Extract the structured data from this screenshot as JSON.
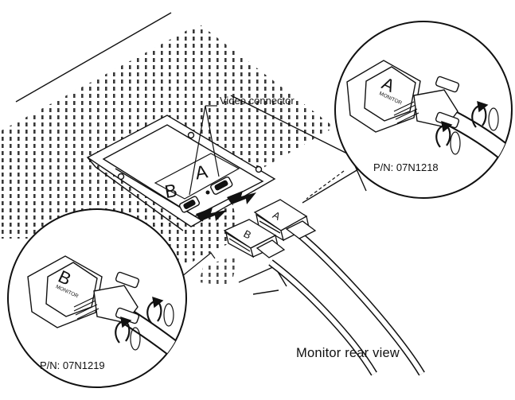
{
  "labels": {
    "video_connector": "Video connector",
    "pn_a": "P/N: 07N1218",
    "pn_b": "P/N: 07N1219",
    "rear_view": "Monitor rear view"
  },
  "ports": {
    "a": "A",
    "b": "B"
  },
  "connectors": {
    "a_letter": "A",
    "a_caption": "MONITOR",
    "b_letter": "B",
    "b_caption": "MONITOR"
  }
}
